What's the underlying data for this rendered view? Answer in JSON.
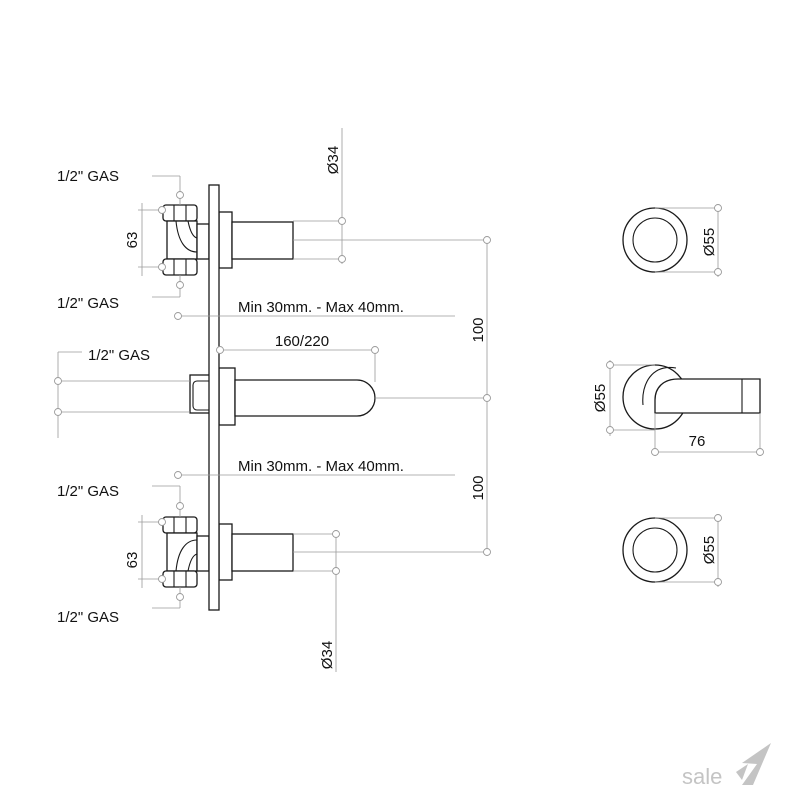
{
  "colors": {
    "outline": "#1a1a1a",
    "dimension": "#9a9a9a",
    "logo": "#c4c4c4",
    "background": "#ffffff"
  },
  "top_valve": {
    "gas_upper": "1/2\" GAS",
    "gas_lower": "1/2\" GAS",
    "height_dim": "63",
    "diameter_dim": "Ø34",
    "depth_range": "Min 30mm. - Max 40mm."
  },
  "spout": {
    "gas": "1/2\" GAS",
    "length_dim": "160/220"
  },
  "bottom_valve": {
    "depth_range": "Min 30mm. - Max 40mm.",
    "gas_upper": "1/2\" GAS",
    "gas_lower": "1/2\" GAS",
    "height_dim": "63",
    "diameter_dim": "Ø34"
  },
  "spacing": {
    "upper": "100",
    "lower": "100"
  },
  "front_view": {
    "top_handle_dia": "Ø55",
    "spout_flange_dia": "Ø55",
    "lever_length": "76",
    "bottom_handle_dia": "Ø55"
  },
  "logo": {
    "text": "sale"
  }
}
